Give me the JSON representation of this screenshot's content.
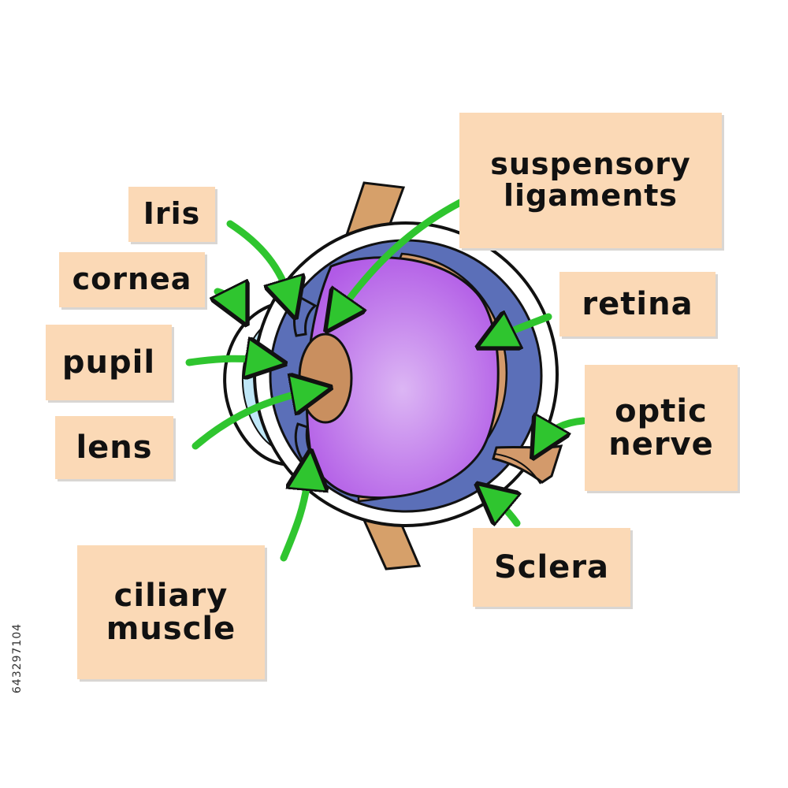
{
  "labels": {
    "iris": "Iris",
    "cornea": "cornea",
    "pupil": "pupil",
    "lens": "lens",
    "ciliary_muscle": [
      "ciliary",
      "muscle"
    ],
    "suspensory_ligaments": [
      "suspensory",
      "ligaments"
    ],
    "retina": "retina",
    "optic_nerve": [
      "optic",
      "nerve"
    ],
    "sclera": "Sclera"
  },
  "stock_id": "643297104",
  "colors": {
    "label_bg": "#fbd9b6",
    "arrow": "#2fc52f",
    "vitreous": "#b15ae6",
    "vitreous_center": "#dcb6f4",
    "choroid": "#5b6fb8",
    "retina": "#d39a6b",
    "cornea": "#bfe7f7",
    "lens": "#c98f5f",
    "ligament_band": "#d6a06a"
  }
}
